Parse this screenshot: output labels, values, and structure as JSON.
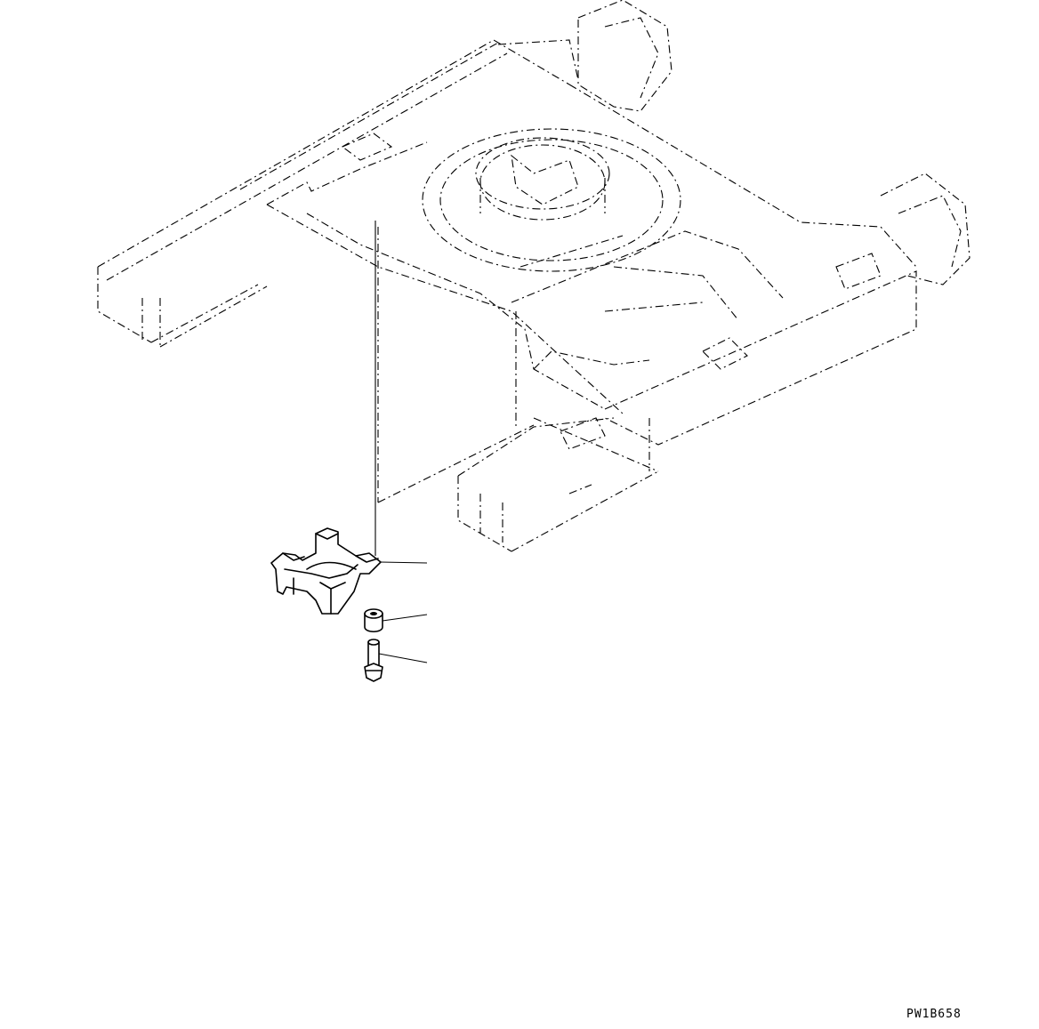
{
  "drawing": {
    "reference_code": "PW1B658",
    "colors": {
      "line": "#000000",
      "background": "#ffffff"
    },
    "parts": [
      {
        "id": "track-frame",
        "kind": "undercarriage-track-frame"
      },
      {
        "id": "support-bracket",
        "kind": "carrier-roller-bracket"
      },
      {
        "id": "spacer",
        "kind": "spacer-collar"
      },
      {
        "id": "bolt",
        "kind": "hex-bolt"
      }
    ]
  }
}
